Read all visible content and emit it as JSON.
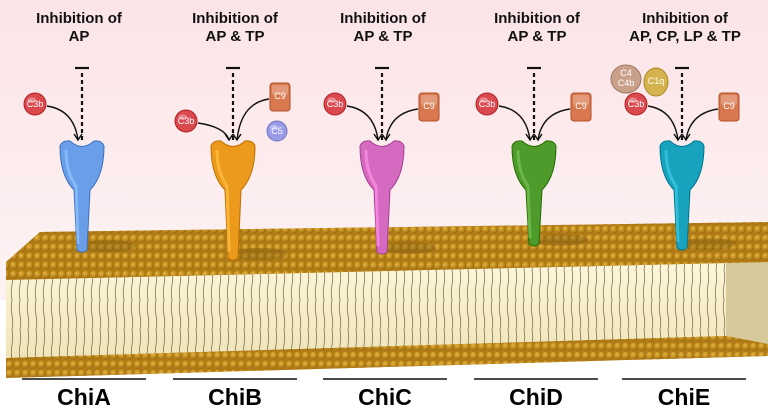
{
  "panels": [
    {
      "name": "ChiA",
      "title_line1": "Inhibition of",
      "title_line2": "AP",
      "receptor_color": "#6a9ee8",
      "molecules": [
        "C3b"
      ]
    },
    {
      "name": "ChiB",
      "title_line1": "Inhibition of",
      "title_line2": "AP & TP",
      "receptor_color": "#ec9a1c",
      "molecules": [
        "C3b",
        "C9",
        "C5"
      ]
    },
    {
      "name": "ChiC",
      "title_line1": "Inhibition of",
      "title_line2": "AP & TP",
      "receptor_color": "#d56bc0",
      "molecules": [
        "C3b",
        "C9"
      ]
    },
    {
      "name": "ChiD",
      "title_line1": "Inhibition of",
      "title_line2": "AP & TP",
      "receptor_color": "#4e9a2a",
      "molecules": [
        "C3b",
        "C9"
      ]
    },
    {
      "name": "ChiE",
      "title_line1": "Inhibition of",
      "title_line2": "AP, CP, LP & TP",
      "receptor_color": "#17a3bd",
      "molecules": [
        "C4\nC4b",
        "C1q",
        "C3b",
        "C9"
      ]
    }
  ],
  "colors": {
    "background_top": "#fbe7e9",
    "membrane_head": "#c08a1a",
    "membrane_core": "#fbf3d2",
    "c3b": "#d9494d",
    "c9": "#d9784f",
    "c5": "#9a9be6",
    "c4": "#c9a08a",
    "c1q": "#d4b24e"
  }
}
